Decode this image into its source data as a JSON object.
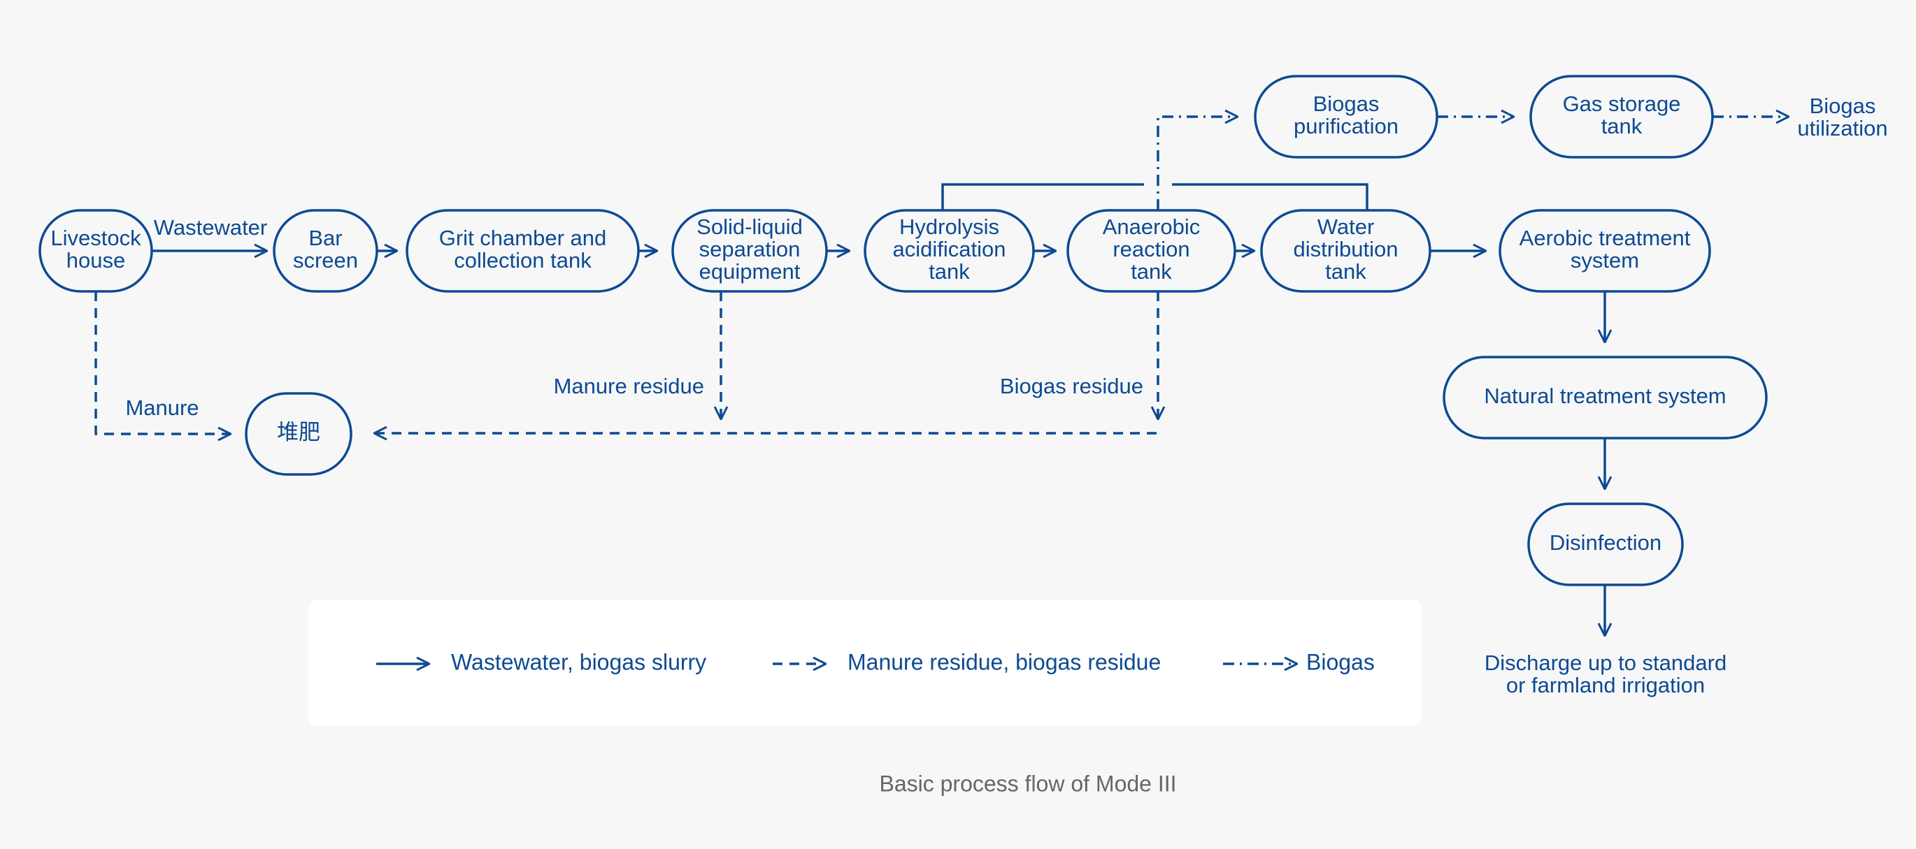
{
  "colors": {
    "primary": "#0d4a92",
    "background": "#f7f7f8",
    "legend_bg": "#ffffff",
    "caption": "#666666"
  },
  "nodes": {
    "livestock": [
      "Livestock",
      "house"
    ],
    "bar_screen": [
      "Bar",
      "screen"
    ],
    "grit": [
      "Grit chamber and",
      "collection tank"
    ],
    "solid_liquid": [
      "Solid-liquid",
      "separation",
      "equipment"
    ],
    "hydrolysis": [
      "Hydrolysis",
      "acidification",
      "tank"
    ],
    "anaerobic": [
      "Anaerobic",
      "reaction",
      "tank"
    ],
    "water_dist": [
      "Water",
      "distribution",
      "tank"
    ],
    "aerobic": [
      "Aerobic treatment",
      "system"
    ],
    "natural": [
      "Natural treatment system"
    ],
    "disinfection": [
      "Disinfection"
    ],
    "compost": [
      "堆肥"
    ],
    "biogas_purification": [
      "Biogas",
      "purification"
    ],
    "gas_storage": [
      "Gas storage",
      "tank"
    ],
    "biogas_utilization": [
      "Biogas",
      "utilization"
    ],
    "discharge": [
      "Discharge up to standard",
      "or farmland irrigation"
    ]
  },
  "edge_labels": {
    "wastewater": "Wastewater",
    "manure": "Manure",
    "manure_residue": "Manure residue",
    "biogas_residue": "Biogas residue"
  },
  "legend": [
    {
      "style": "solid",
      "label": "Wastewater, biogas slurry"
    },
    {
      "style": "dashed",
      "label": "Manure residue, biogas residue"
    },
    {
      "style": "dashdot",
      "label": "Biogas"
    }
  ],
  "caption": "Basic process flow of Mode III"
}
